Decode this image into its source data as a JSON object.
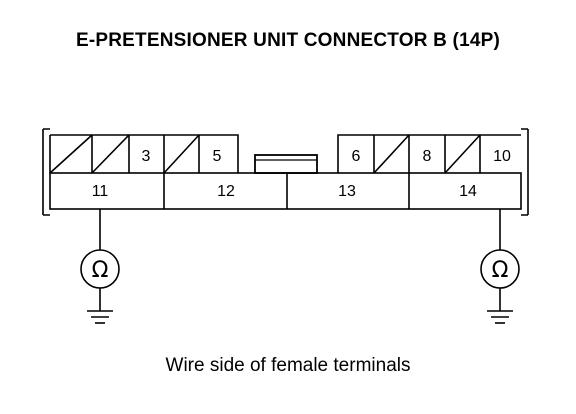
{
  "title": "E-PRETENSIONER UNIT CONNECTOR B (14P)",
  "caption": "Wire side of female terminals",
  "connector": {
    "top_row": [
      {
        "id": "t1",
        "label": "",
        "blank": true
      },
      {
        "id": "t2",
        "label": "",
        "blank": true
      },
      {
        "id": "t3",
        "label": "3",
        "blank": false
      },
      {
        "id": "t4",
        "label": "",
        "blank": true
      },
      {
        "id": "t5",
        "label": "5",
        "blank": false
      },
      {
        "id": "t6",
        "label": "6",
        "blank": false
      },
      {
        "id": "t7",
        "label": "",
        "blank": true
      },
      {
        "id": "t8",
        "label": "8",
        "blank": false
      },
      {
        "id": "t9",
        "label": "",
        "blank": true
      },
      {
        "id": "t10",
        "label": "10",
        "blank": false
      }
    ],
    "bottom_row": [
      {
        "id": "b11",
        "label": "11"
      },
      {
        "id": "b12",
        "label": "12"
      },
      {
        "id": "b13",
        "label": "13"
      },
      {
        "id": "b14",
        "label": "14"
      }
    ]
  },
  "meters": [
    {
      "symbol": "Ω",
      "terminal": "11"
    },
    {
      "symbol": "Ω",
      "terminal": "14"
    }
  ]
}
